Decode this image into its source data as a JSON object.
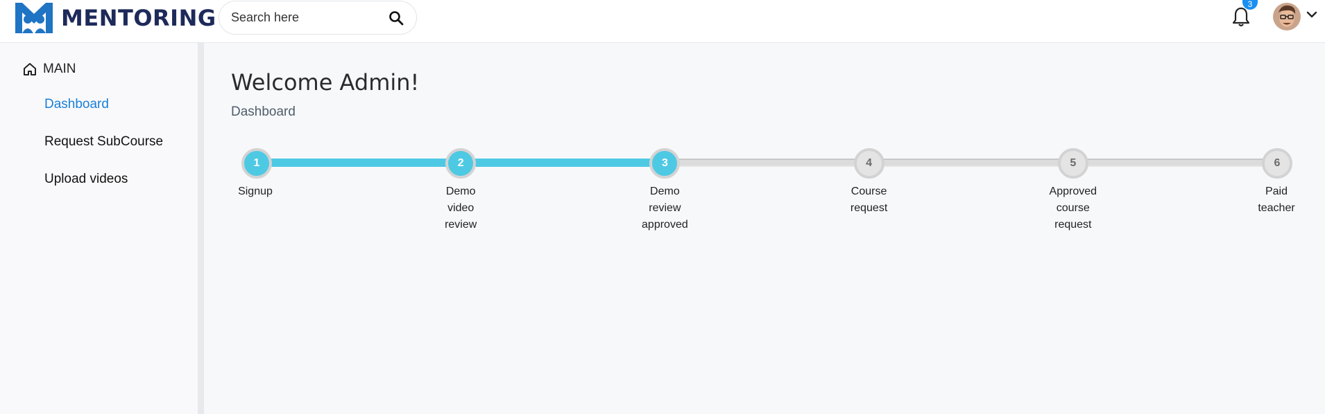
{
  "brand": {
    "name": "MENTORING",
    "color": "#1d2a5a",
    "icon_color": "#1f74c4"
  },
  "search": {
    "placeholder": "Search here",
    "icon": "search-icon"
  },
  "header": {
    "notification_count": "3",
    "bell_icon": "bell-icon",
    "caret_icon": "chevron-down-icon"
  },
  "sidebar": {
    "section_title": "MAIN",
    "section_icon": "home-icon",
    "items": [
      {
        "label": "Dashboard",
        "active": true
      },
      {
        "label": "Request SubCourse",
        "active": false
      },
      {
        "label": "Upload videos",
        "active": false
      }
    ]
  },
  "main": {
    "title": "Welcome Admin!",
    "breadcrumb": "Dashboard"
  },
  "progress": {
    "completed_steps": 3,
    "accent": "#4ec9e4",
    "steps": [
      {
        "number": "1",
        "lines": [
          "Signup"
        ]
      },
      {
        "number": "2",
        "lines": [
          "Demo",
          "video",
          "review"
        ]
      },
      {
        "number": "3",
        "lines": [
          "Demo",
          "review",
          "approved"
        ]
      },
      {
        "number": "4",
        "lines": [
          "Course",
          "request"
        ]
      },
      {
        "number": "5",
        "lines": [
          "Approved",
          "course",
          "request"
        ]
      },
      {
        "number": "6",
        "lines": [
          "Paid",
          "teacher"
        ]
      }
    ]
  }
}
